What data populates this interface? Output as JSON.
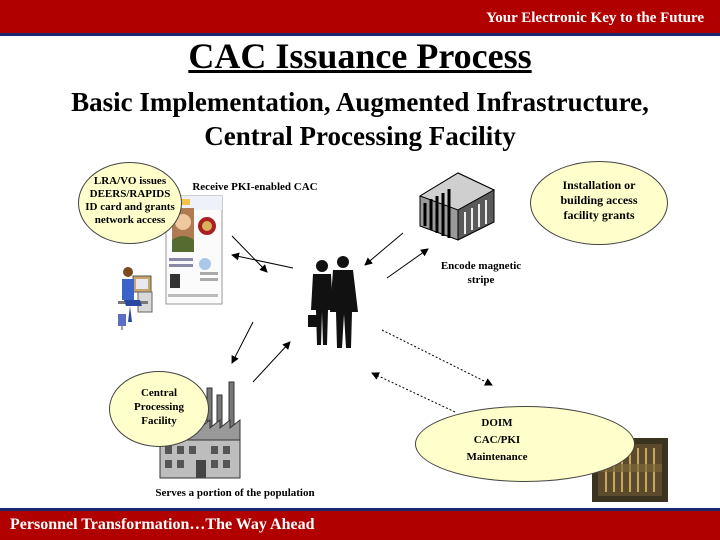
{
  "header": {
    "tagline": "Your Electronic Key to the Future"
  },
  "title": "CAC Issuance Process",
  "subtitle": "Basic Implementation, Augmented Infrastructure, Central Processing Facility",
  "nodes": {
    "lra": "LRA/VO issues DEERS/RAPIDS ID card and grants network access",
    "receive": "Receive PKI-enabled CAC",
    "installation": "Installation or building access facility grants",
    "encode": "Encode magnetic stripe",
    "central": "Central Processing Facility",
    "serves": "Serves a portion of the population",
    "doim_1": "DOIM",
    "doim_2": "CAC/PKI",
    "doim_3": "Maintenance"
  },
  "footer": {
    "tagline": "Personnel Transformation…The Way Ahead"
  },
  "colors": {
    "bar": "#b00000",
    "bar_border": "#1a2a6c",
    "ellipse_fill": "#ffffcc"
  },
  "icons": [
    "person-at-computer-icon",
    "id-card-icon",
    "office-building-icon",
    "business-people-icon",
    "factory-icon",
    "computer-chip-icon"
  ]
}
